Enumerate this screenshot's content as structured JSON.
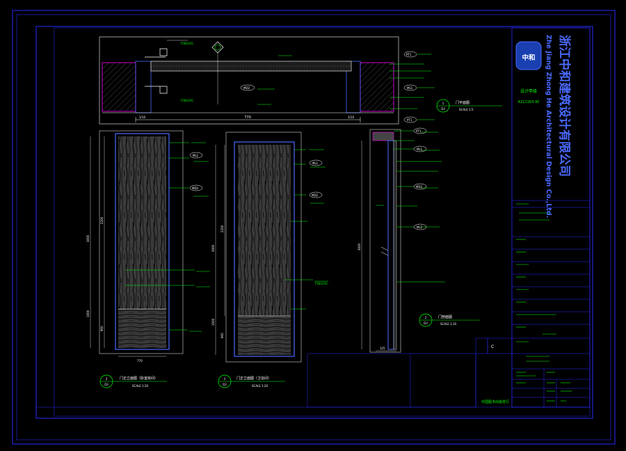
{
  "colors": {
    "background": "#000000",
    "frame": "#2a2aff",
    "text": "#00ff00",
    "dim": "#ffffff",
    "panel": "#5a6aff"
  },
  "title_block": {
    "company_cn": "浙江中和建筑设计有限公司",
    "company_en": "Zhe Jiang Zhong He Architectural Design Co.,Ltd.",
    "logo_text": "中和",
    "cert_label": "设计甲级",
    "cert_number": "A211163-30",
    "revision_letter": "C",
    "footer_note": "中国图书出版发行"
  },
  "plan_section": {
    "labels": [
      "F5B1035",
      "F5B1035",
      "MD2",
      "PT1",
      "ML1",
      "PT1"
    ],
    "dim_width": "770",
    "dim_side_left": "1/10",
    "dim_side_right": "1/10",
    "callout": {
      "number": "1",
      "sheet": "D3",
      "title": "门平面图",
      "scale": "SCALE 1:5"
    }
  },
  "elevation_a": {
    "labels": [
      "ML1",
      "MD2"
    ],
    "dims": {
      "total": "3000",
      "upper": "2200",
      "lower": "1000",
      "kick": "900",
      "width": "770"
    },
    "callout": {
      "number": "2",
      "sheet": "D3",
      "title": "门正立面图（卧室房间）",
      "scale": "SCALE 1:20"
    }
  },
  "elevation_b": {
    "labels": [
      "ML1",
      "MD2",
      "F5B1035"
    ],
    "dims": {
      "total": "3000",
      "upper": "2200",
      "lower": "1000",
      "kick": "900"
    },
    "callout": {
      "number": "3",
      "sheet": "D3",
      "title": "门正立面图（卫浴间）",
      "scale": "SCALE 1:20"
    }
  },
  "section_view": {
    "labels": [
      "PT1",
      "ML1",
      "MD2",
      "ML1"
    ],
    "dims": {
      "height": "3000",
      "width": "125"
    },
    "callout": {
      "number": "2",
      "sheet": "D3",
      "title": "门剖面图",
      "scale": "SCALE 1:10"
    }
  }
}
